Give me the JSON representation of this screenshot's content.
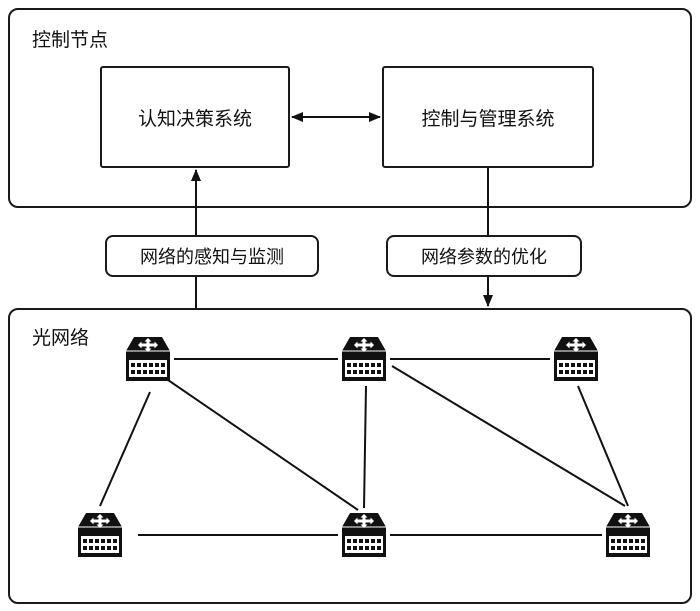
{
  "control_node": {
    "title": "控制节点",
    "cognitive_system": "认知决策系统",
    "management_system": "控制与管理系统"
  },
  "links": {
    "sensing_monitoring": "网络的感知与监测",
    "parameter_optimization": "网络参数的优化"
  },
  "optical_network": {
    "title": "光网络",
    "router_icon": "router-icon",
    "router_count": 6
  }
}
